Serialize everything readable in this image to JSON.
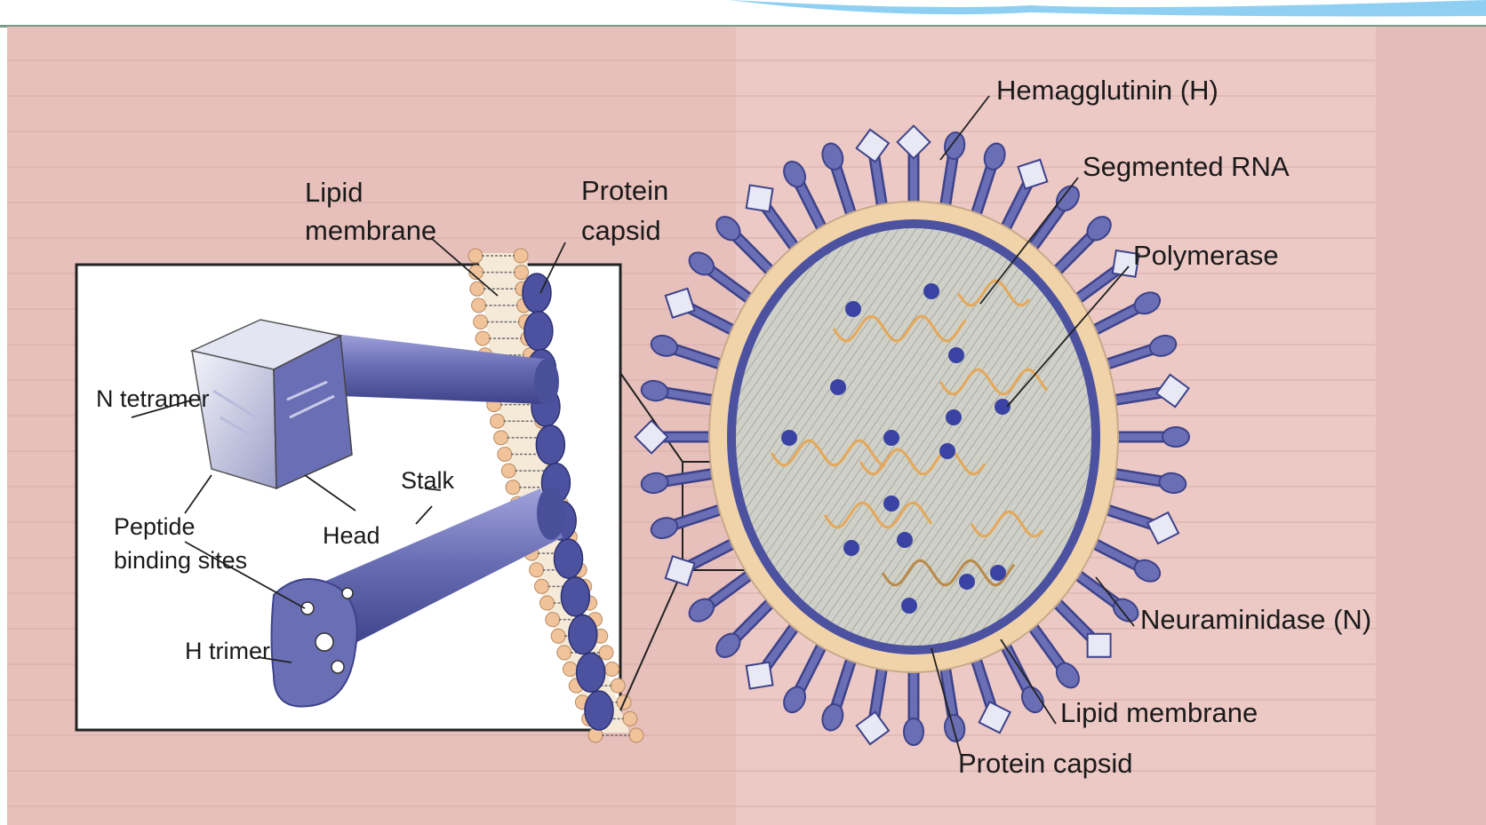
{
  "inset_labels": {
    "lipid_membrane_1": "Lipid",
    "lipid_membrane_2": "membrane",
    "protein_capsid_1": "Protein",
    "protein_capsid_2": "capsid",
    "n_tetramer": "N tetramer",
    "stalk": "Stalk",
    "peptide_binding_1": "Peptide",
    "peptide_binding_2": "binding sites",
    "head": "Head",
    "h_trimer": "H trimer"
  },
  "virion_labels": {
    "hemagglutinin": "Hemagglutinin (H)",
    "segmented_rna": "Segmented RNA",
    "polymerase": "Polymerase",
    "neuraminidase": "Neuraminidase (N)",
    "lipid_membrane": "Lipid membrane",
    "protein_capsid": "Protein capsid"
  },
  "colors": {
    "page_background": "#ecc9c5",
    "page_left": "#e8c2bd",
    "spike_blue": "#6a6fb5",
    "spike_dark": "#3f4590",
    "capsid_ring": "#4c52a0",
    "interior": "#cfd0c6",
    "lipid_layer": "#f2d2a4",
    "rna": "#e5a85a",
    "polymerase_dot": "#3a43a3",
    "header_bar": "#5ab0e6"
  }
}
